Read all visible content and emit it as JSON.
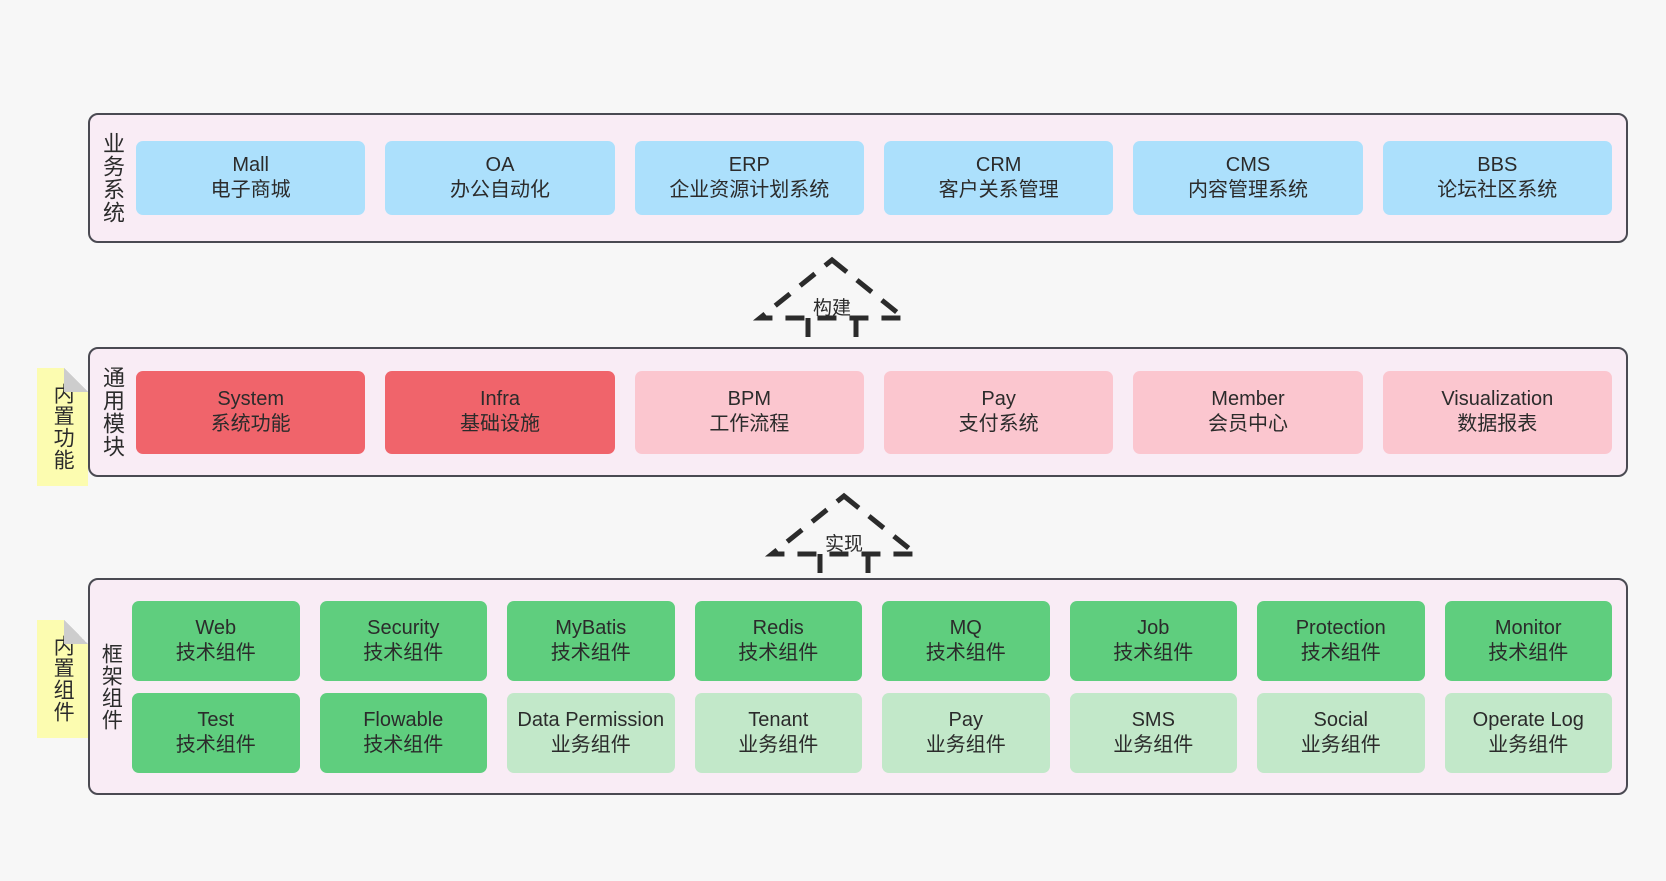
{
  "layers": [
    {
      "id": "business",
      "title": "业务系统",
      "rows": [
        {
          "items": [
            {
              "name": "Mall",
              "sub": "电子商城",
              "color": "blue"
            },
            {
              "name": "OA",
              "sub": "办公自动化",
              "color": "blue"
            },
            {
              "name": "ERP",
              "sub": "企业资源计划系统",
              "color": "blue"
            },
            {
              "name": "CRM",
              "sub": "客户关系管理",
              "color": "blue"
            },
            {
              "name": "CMS",
              "sub": "内容管理系统",
              "color": "blue"
            },
            {
              "name": "BBS",
              "sub": "论坛社区系统",
              "color": "blue"
            }
          ]
        }
      ]
    },
    {
      "id": "common",
      "title": "通用模块",
      "rows": [
        {
          "items": [
            {
              "name": "System",
              "sub": "系统功能",
              "color": "red"
            },
            {
              "name": "Infra",
              "sub": "基础设施",
              "color": "red"
            },
            {
              "name": "BPM",
              "sub": "工作流程",
              "color": "pink"
            },
            {
              "name": "Pay",
              "sub": "支付系统",
              "color": "pink"
            },
            {
              "name": "Member",
              "sub": "会员中心",
              "color": "pink"
            },
            {
              "name": "Visualization",
              "sub": "数据报表",
              "color": "pink"
            }
          ]
        }
      ]
    },
    {
      "id": "framework",
      "title": "框架组件",
      "rows": [
        {
          "items": [
            {
              "name": "Web",
              "sub": "技术组件",
              "color": "green"
            },
            {
              "name": "Security",
              "sub": "技术组件",
              "color": "green"
            },
            {
              "name": "MyBatis",
              "sub": "技术组件",
              "color": "green"
            },
            {
              "name": "Redis",
              "sub": "技术组件",
              "color": "green"
            },
            {
              "name": "MQ",
              "sub": "技术组件",
              "color": "green"
            },
            {
              "name": "Job",
              "sub": "技术组件",
              "color": "green"
            },
            {
              "name": "Protection",
              "sub": "技术组件",
              "color": "green"
            },
            {
              "name": "Monitor",
              "sub": "技术组件",
              "color": "green"
            }
          ]
        },
        {
          "items": [
            {
              "name": "Test",
              "sub": "技术组件",
              "color": "green"
            },
            {
              "name": "Flowable",
              "sub": "技术组件",
              "color": "green"
            },
            {
              "name": "Data Permission",
              "sub": "业务组件",
              "color": "lightgreen"
            },
            {
              "name": "Tenant",
              "sub": "业务组件",
              "color": "lightgreen"
            },
            {
              "name": "Pay",
              "sub": "业务组件",
              "color": "lightgreen"
            },
            {
              "name": "SMS",
              "sub": "业务组件",
              "color": "lightgreen"
            },
            {
              "name": "Social",
              "sub": "业务组件",
              "color": "lightgreen"
            },
            {
              "name": "Operate Log",
              "sub": "业务组件",
              "color": "lightgreen"
            }
          ]
        }
      ]
    }
  ],
  "notes": [
    {
      "id": "builtin-functions",
      "text": "内置功能"
    },
    {
      "id": "builtin-components",
      "text": "内置组件"
    }
  ],
  "arrows": [
    {
      "id": "build",
      "label": "构建"
    },
    {
      "id": "realize",
      "label": "实现"
    }
  ],
  "colors": {
    "panel_bg": "#f9ecf5",
    "panel_border": "#4a4a52",
    "blue": "#ace0fc",
    "red": "#f0646b",
    "pink": "#fbc6cf",
    "green": "#5fce7e",
    "lightgreen": "#c2e8c9",
    "note_bg": "#fcfcb0",
    "note_fold": "#cdcdcd",
    "canvas_bg": "#f7f7f7",
    "text": "#2b2b2b"
  }
}
